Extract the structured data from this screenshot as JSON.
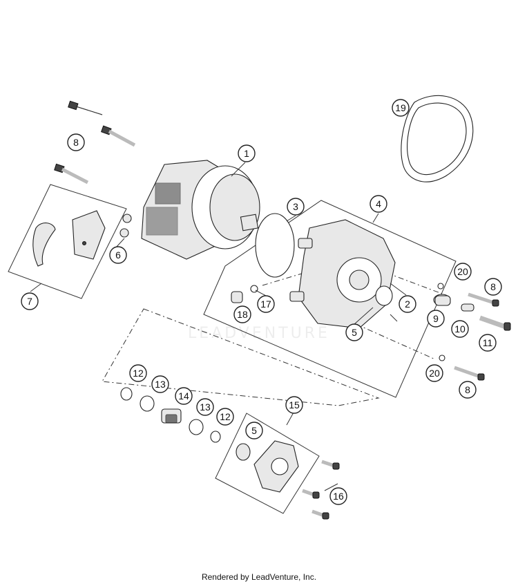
{
  "callouts": [
    {
      "label": "1"
    },
    {
      "label": "2"
    },
    {
      "label": "3"
    },
    {
      "label": "4"
    },
    {
      "label": "5"
    },
    {
      "label": "5"
    },
    {
      "label": "6"
    },
    {
      "label": "7"
    },
    {
      "label": "8"
    },
    {
      "label": "8"
    },
    {
      "label": "8"
    },
    {
      "label": "9"
    },
    {
      "label": "10"
    },
    {
      "label": "11"
    },
    {
      "label": "12"
    },
    {
      "label": "12"
    },
    {
      "label": "13"
    },
    {
      "label": "13"
    },
    {
      "label": "14"
    },
    {
      "label": "15"
    },
    {
      "label": "16"
    },
    {
      "label": "17"
    },
    {
      "label": "18"
    },
    {
      "label": "19"
    },
    {
      "label": "20"
    },
    {
      "label": "20"
    }
  ],
  "watermark": "LEADVENTURE",
  "footer": "Rendered by LeadVenture, Inc."
}
